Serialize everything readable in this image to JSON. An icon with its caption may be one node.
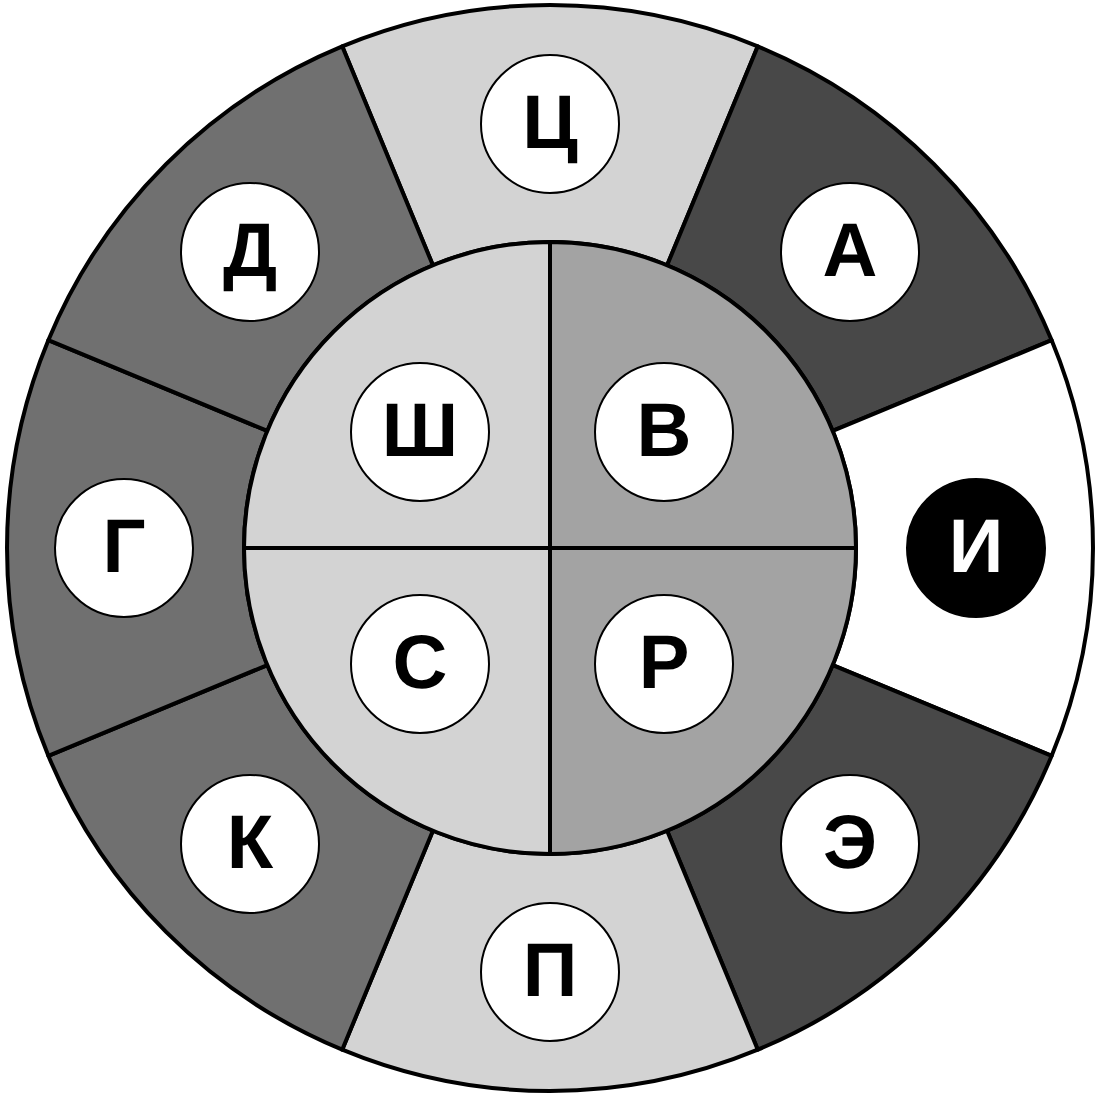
{
  "diagram": {
    "nodes": [
      {
        "text": [
          "Ц"
        ]
      },
      {
        "text": [
          "Д"
        ]
      },
      {
        "text": [
          "А"
        ]
      },
      {
        "text": [
          "Ш"
        ]
      },
      {
        "text": [
          "В"
        ]
      },
      {
        "text": [
          "Г"
        ]
      },
      {
        "text": [
          "И"
        ]
      },
      {
        "text": [
          "С"
        ]
      },
      {
        "text": [
          "Р"
        ]
      },
      {
        "text": [
          "К"
        ]
      },
      {
        "text": [
          "Э"
        ]
      },
      {
        "text": [
          "П"
        ]
      }
    ]
  }
}
